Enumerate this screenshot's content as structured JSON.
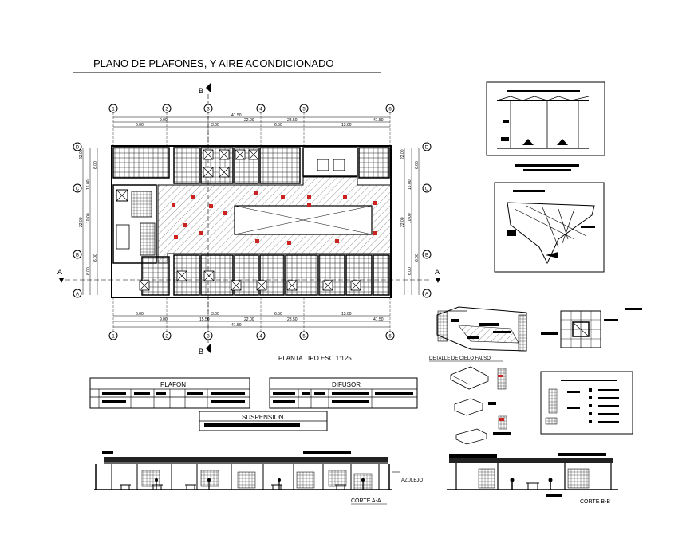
{
  "title": "PLANO DE PLAFONES, Y AIRE ACONDICIONADO",
  "plan_caption": "PLANTA TIPO  ESC 1:125",
  "section_marks": {
    "top": "B",
    "bottom": "B",
    "left": "A",
    "right": "A"
  },
  "col_axes": [
    "1",
    "2",
    "3",
    "4",
    "5",
    "6"
  ],
  "row_axes": [
    "D",
    "C",
    "B",
    "A"
  ],
  "dims_top": {
    "total": "41.50",
    "row2": [
      "22.00",
      "28.50",
      "41.50"
    ],
    "row3": [
      "9.00",
      "3.00",
      "6.50",
      "13.00"
    ],
    "row4": [
      "6.00"
    ]
  },
  "dims_bottom": {
    "row1": [
      "6.00",
      "3.00",
      "6.50",
      "13.00"
    ],
    "row2": [
      "9.00",
      "15.50",
      "22.00",
      "28.50",
      "41.50"
    ],
    "total": "41.50"
  },
  "dims_left": [
    "22.00",
    "6.00",
    "16.00",
    "10.00",
    "22.00",
    "6.00",
    "6.00"
  ],
  "dims_right": [
    "22.00",
    "6.00",
    "16.00",
    "10.00",
    "22.00",
    "6.00",
    "6.00"
  ],
  "detail_caption": "DETALLE DE CIELO FALSO",
  "tables": {
    "plafon": "PLAFON",
    "difusor": "DIFUSOR",
    "suspension": "SUSPENSION"
  },
  "sections": {
    "corte_aa": "CORTE A-A",
    "corte_bb": "CORTE B-B",
    "azulejo": "AZULEJO"
  },
  "colors": {
    "ink": "#000000",
    "diffuser": "#cc2222",
    "background": "#ffffff"
  }
}
